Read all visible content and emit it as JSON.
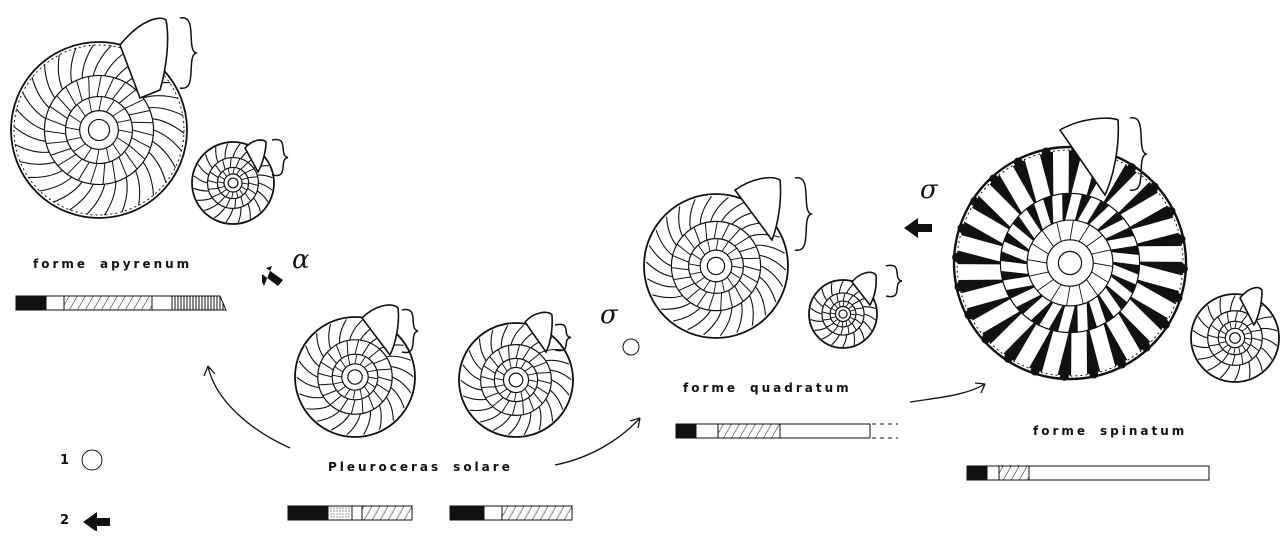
{
  "labels": {
    "apyrenum": [
      "forme",
      "apyrenum"
    ],
    "solare": [
      "Pleuroceras",
      "solare"
    ],
    "quadratum": [
      "forme",
      "quadratum"
    ],
    "spinatum": [
      "forme",
      "spinatum"
    ]
  },
  "symbols": {
    "male": "σ",
    "female": "o",
    "sigma_right": "σ",
    "alpha": "ɑ"
  },
  "legend": {
    "item1_number": "1",
    "item2_number": "2"
  },
  "icons": {
    "legend1": "circle-outline-icon",
    "legend2": "left-arrow-icon",
    "arrow_up": "up-left-arrow-icon",
    "arrow_left": "left-arrow-icon"
  }
}
